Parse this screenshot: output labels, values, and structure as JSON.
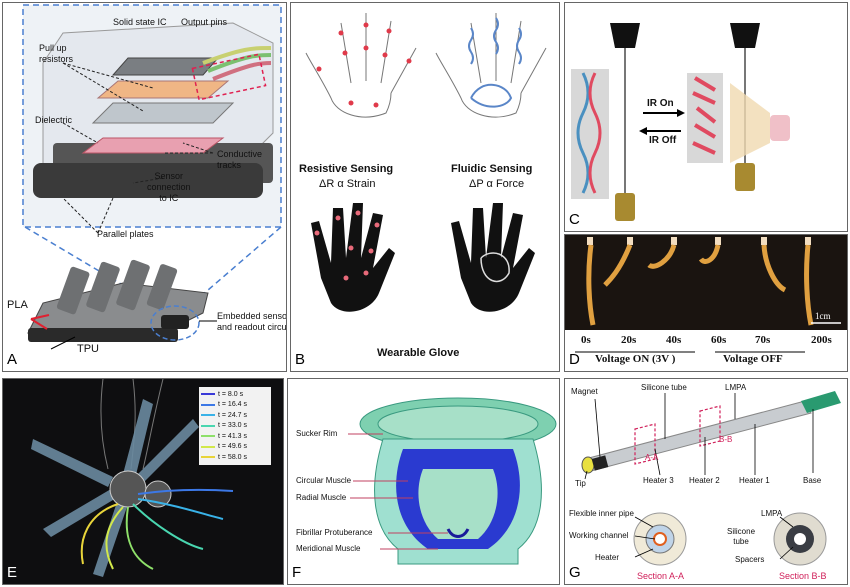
{
  "panels": {
    "A": {
      "label": "A",
      "callouts": {
        "solid_state_ic": "Solid state IC",
        "output_pins": "Output pins",
        "pull_up_resistors": "Pull up\nresistors",
        "dielectric": "Dielectric",
        "sensor_connection": "Sensor\nconnection\nto IC",
        "conductive_tracks": "Conductive\ntracks",
        "parallel_plates": "Parallel plates",
        "embedded_sensor": "Embedded sensor\nand readout circuit",
        "pla": "PLA",
        "tpu": "TPU"
      }
    },
    "B": {
      "label": "B",
      "resistive_title": "Resistive Sensing",
      "resistive_formula": "ΔR α Strain",
      "fluidic_title": "Fluidic Sensing",
      "fluidic_formula": "ΔP α Force",
      "glove_caption": "Wearable Glove"
    },
    "C": {
      "label": "C",
      "ir_on": "IR On",
      "ir_off": "IR Off"
    },
    "D": {
      "label": "D",
      "times": [
        "0s",
        "20s",
        "40s",
        "60s",
        "70s",
        "200s"
      ],
      "scale_bar": "1cm",
      "voltage_on": "Voltage ON (3V )",
      "voltage_off": "Voltage OFF"
    },
    "E": {
      "label": "E",
      "legend": [
        "t = 8.0 s",
        "t = 16.4 s",
        "t = 24.7 s",
        "t = 33.0 s",
        "t = 41.3 s",
        "t = 49.6 s",
        "t = 58.0 s"
      ],
      "legend_colors": [
        "#3a3ad8",
        "#3c78e6",
        "#39b2e8",
        "#49d6b0",
        "#8ee06a",
        "#d2e84a",
        "#e8d43a"
      ]
    },
    "F": {
      "label": "F",
      "labels": [
        "Sucker Rim",
        "Circular Muscle",
        "Radial Muscle",
        "Fibrillar Protuberance",
        "Meridional Muscle"
      ]
    },
    "G": {
      "label": "G",
      "top_labels": {
        "magnet": "Magnet",
        "silicone_tube": "Silicone tube",
        "lmpa": "LMPA",
        "section_aa": "A-A",
        "section_bb": "B-B",
        "tip": "Tip",
        "heater3": "Heater 3",
        "heater2": "Heater 2",
        "heater1": "Heater 1",
        "base": "Base"
      },
      "bottom_labels": {
        "flexible_inner_pipe": "Flexible inner pipe",
        "working_channel": "Working channel",
        "heater": "Heater",
        "section_a": "Section A-A",
        "lmpa": "LMPA",
        "silicone_tube": "Silicone\ntube",
        "spacers": "Spacers",
        "section_b": "Section B-B"
      }
    }
  }
}
